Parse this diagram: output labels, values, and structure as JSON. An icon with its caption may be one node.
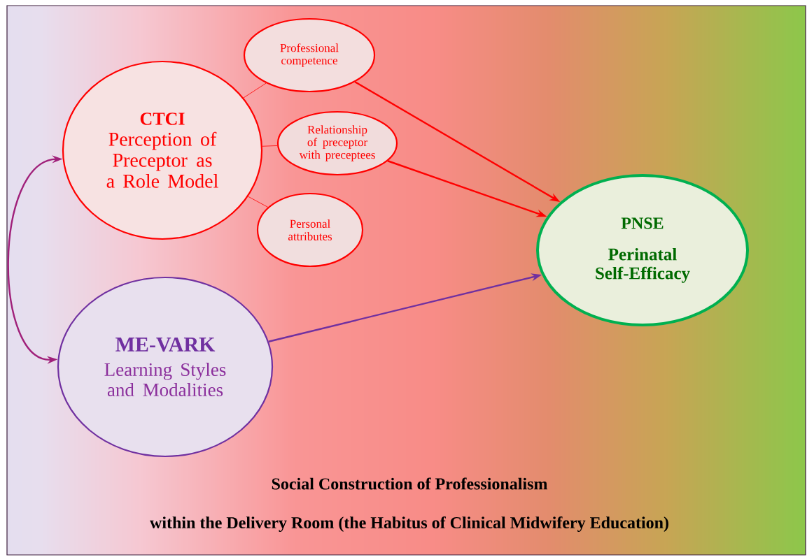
{
  "diagram": {
    "nodes": [
      {
        "text": [
          "CTCI",
          "Perception of Preceptor as a Role Model"
        ]
      },
      {
        "text": [
          "Professional competence"
        ]
      },
      {
        "text": [
          "Relationship of preceptor with preceptees"
        ]
      },
      {
        "text": [
          "Personal attributes"
        ]
      },
      {
        "text": [
          "ME-VARK",
          "Learning Styles and Modalities"
        ]
      },
      {
        "text": [
          "PNSE",
          "Perinatal Self-Efficacy"
        ]
      }
    ],
    "edges": [
      {
        "from": 0,
        "to": 1,
        "arrow": "none"
      },
      {
        "from": 0,
        "to": 2,
        "arrow": "none"
      },
      {
        "from": 0,
        "to": 3,
        "arrow": "none"
      },
      {
        "from": 1,
        "to": 5,
        "arrow": "to"
      },
      {
        "from": 2,
        "to": 5,
        "arrow": "to"
      },
      {
        "from": 4,
        "to": 5,
        "arrow": "to",
        "color": "#7030a0"
      },
      {
        "from": 0,
        "to": 4,
        "arrow": "both",
        "color": "#a0207a"
      }
    ],
    "labels": [
      "Social Construction of Professionalism",
      "within the Delivery Room (the Habitus of Clinical Midwifery Education)"
    ]
  }
}
